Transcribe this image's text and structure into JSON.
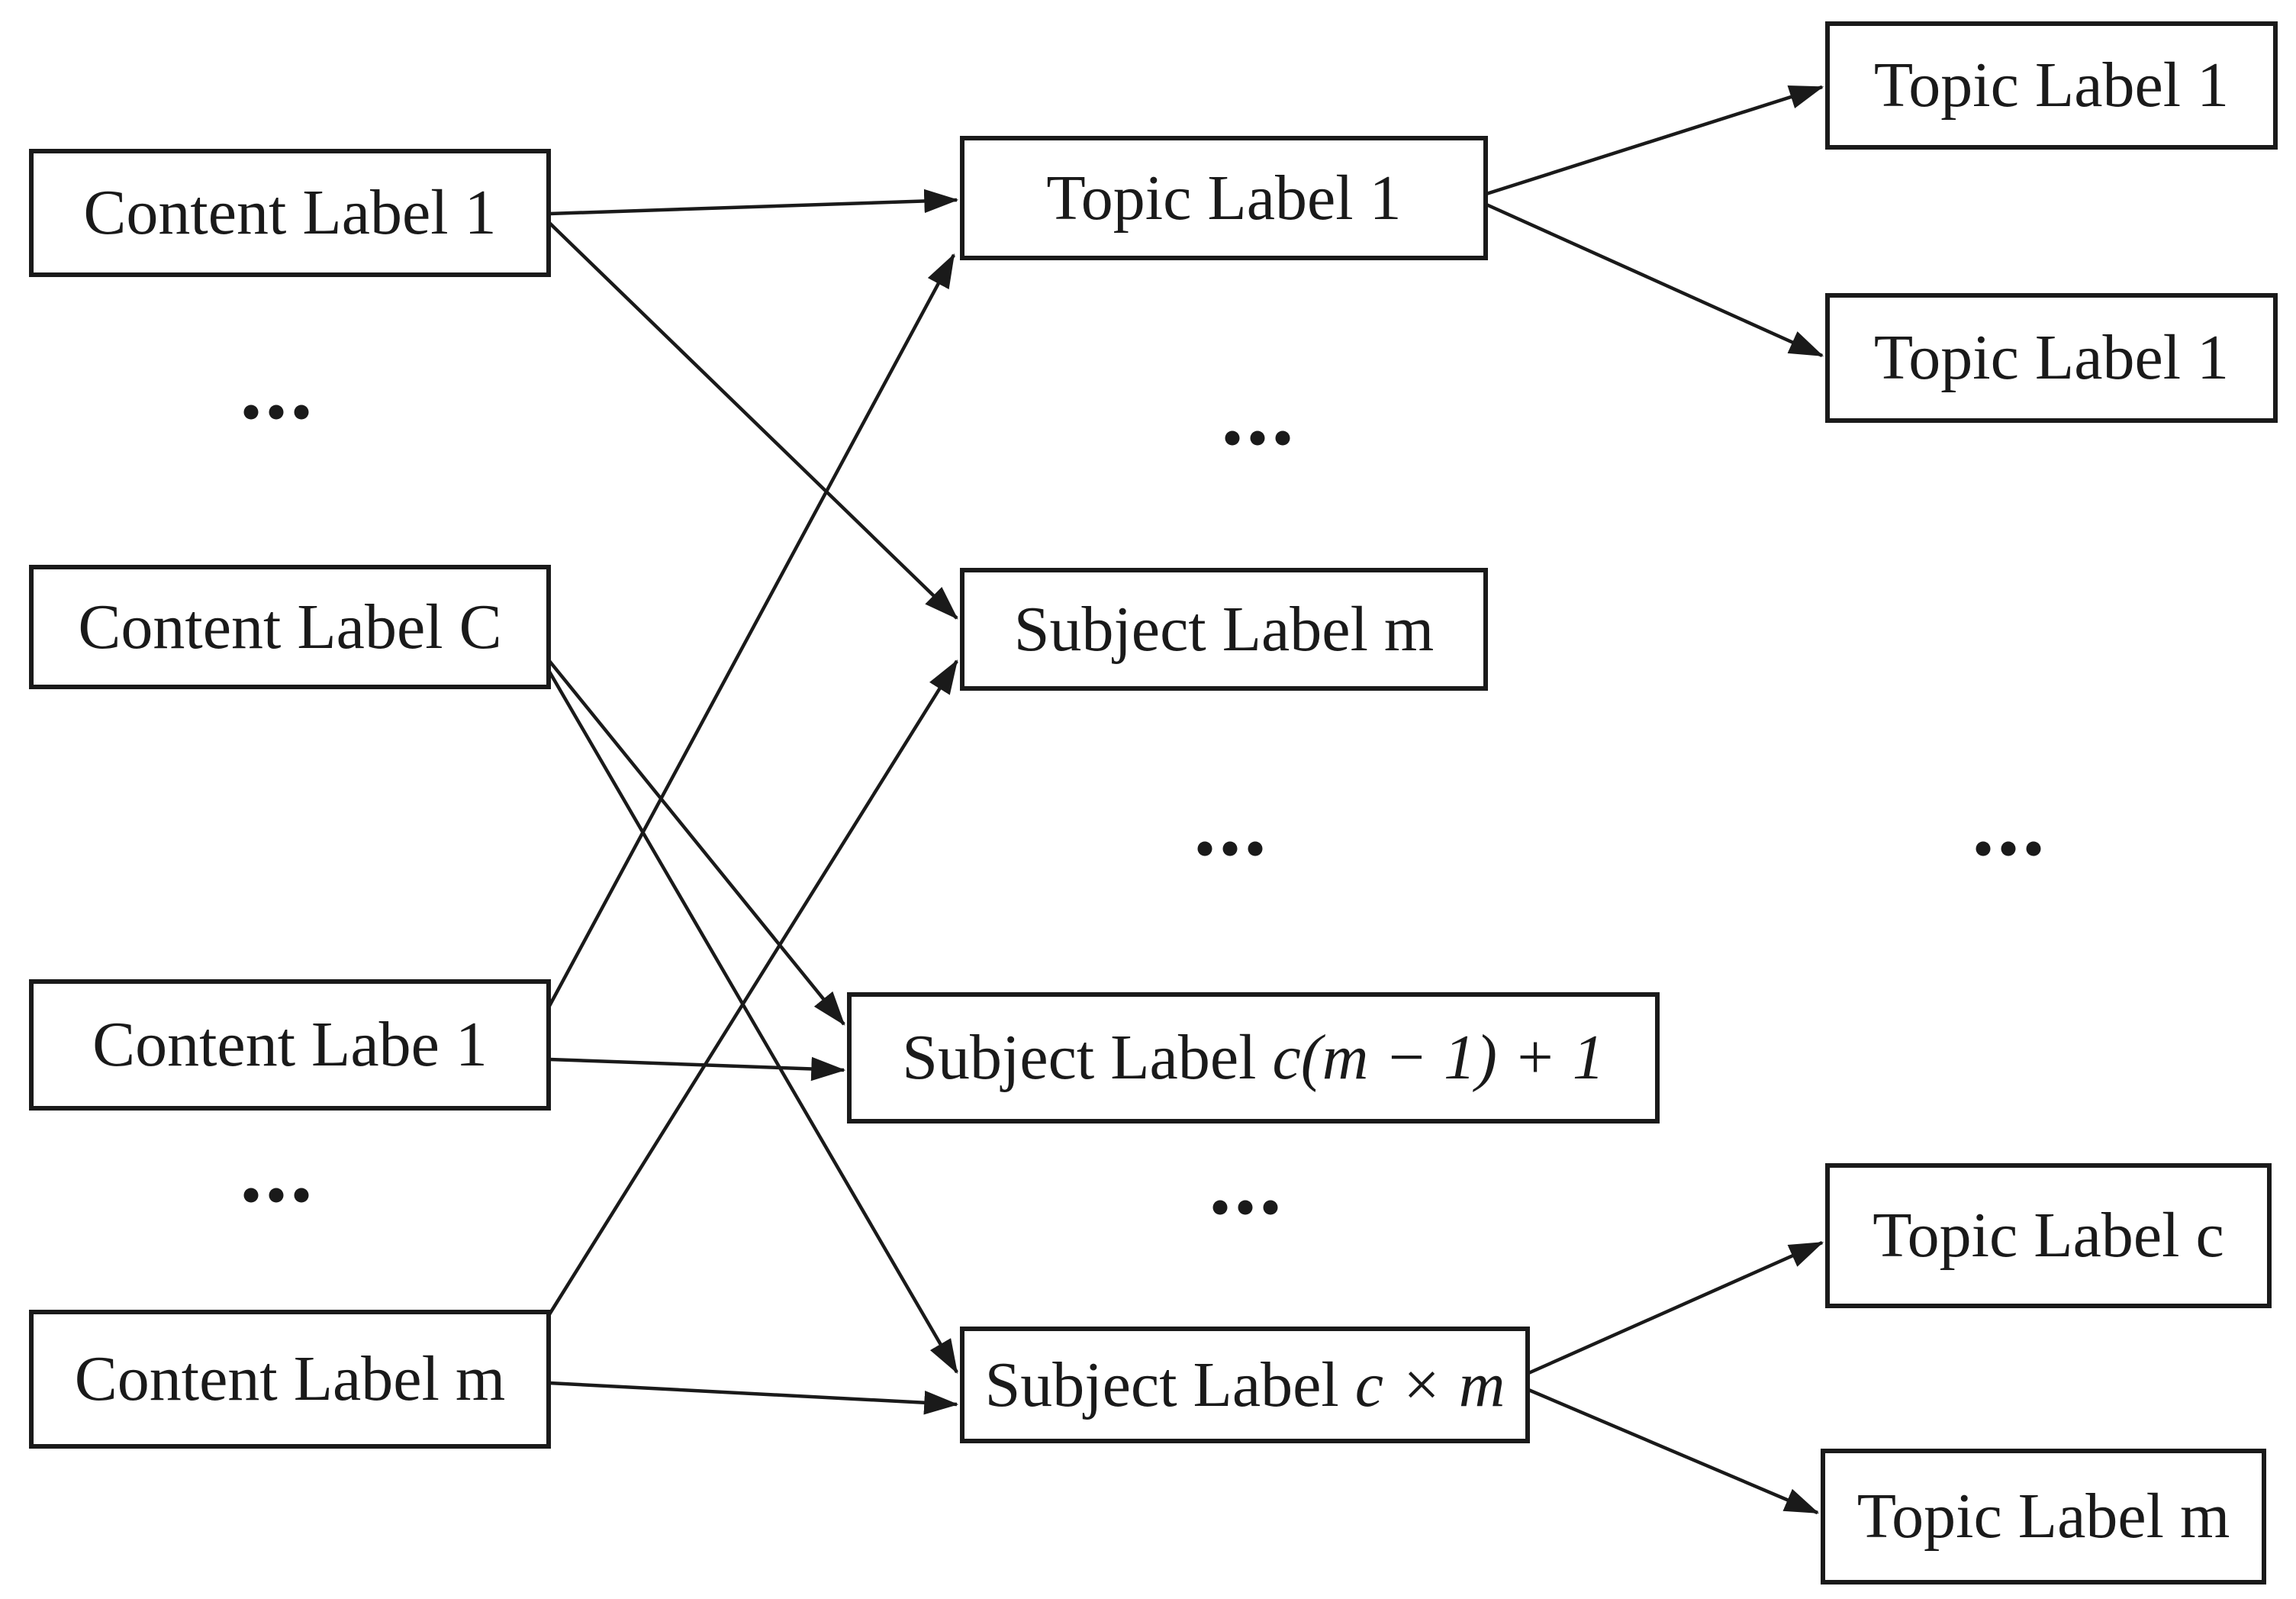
{
  "figure": {
    "background": "#ffffff",
    "ink_color": "#1a1a1a",
    "ellipsis": "...",
    "nodes": {
      "content_1": {
        "label": "Content Label 1"
      },
      "content_c": {
        "label": "Content Label C"
      },
      "content_labe_1": {
        "label": "Content Labe 1"
      },
      "content_m": {
        "label": "Content Label m"
      },
      "topic_1_mid": {
        "label": "Topic Label 1"
      },
      "subject_m": {
        "label": "Subject Label m"
      },
      "subject_cm1": {
        "prefix": "Subject Label ",
        "math": "c(m − 1) + 1"
      },
      "subject_cxm": {
        "prefix": "Subject Label ",
        "math": "c × m"
      },
      "topic_1_top": {
        "label": "Topic Label 1"
      },
      "topic_1_second": {
        "label": "Topic Label 1"
      },
      "topic_c": {
        "label": "Topic Label c"
      },
      "topic_m": {
        "label": "Topic Label m"
      }
    },
    "edges": [
      {
        "from": "content_1",
        "to": "topic_1_mid"
      },
      {
        "from": "content_1",
        "to": "subject_m"
      },
      {
        "from": "content_c",
        "to": "subject_cm1"
      },
      {
        "from": "content_c",
        "to": "subject_cxm"
      },
      {
        "from": "content_labe_1",
        "to": "topic_1_mid"
      },
      {
        "from": "content_labe_1",
        "to": "subject_cm1"
      },
      {
        "from": "content_m",
        "to": "subject_m"
      },
      {
        "from": "content_m",
        "to": "subject_cxm"
      },
      {
        "from": "topic_1_mid",
        "to": "topic_1_top"
      },
      {
        "from": "topic_1_mid",
        "to": "topic_1_second"
      },
      {
        "from": "subject_cxm",
        "to": "topic_c"
      },
      {
        "from": "subject_cxm",
        "to": "topic_m"
      }
    ]
  }
}
